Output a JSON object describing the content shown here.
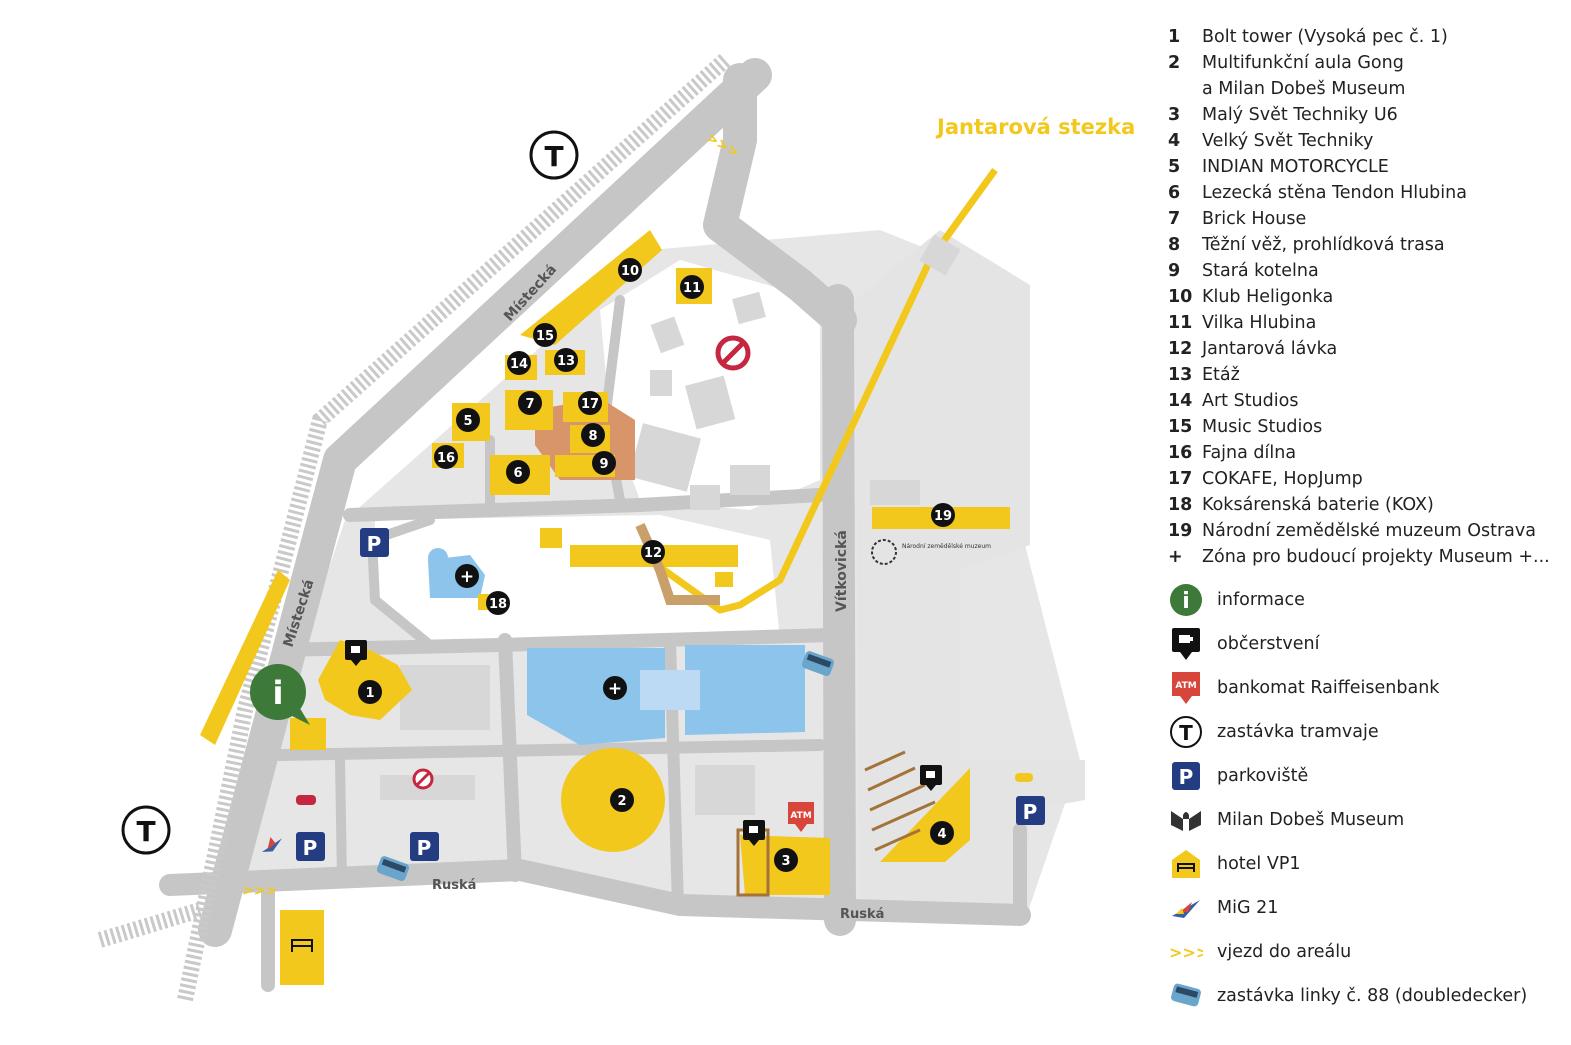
{
  "map": {
    "title_path": "Jantarová stezka",
    "streets": {
      "mistecka": "Místecká",
      "vitkovicka": "Vítkovická",
      "ruska": "Ruská"
    },
    "tram_symbol": "T",
    "parking_symbol": "P",
    "atm_symbol": "ATM",
    "plus_symbol": "+",
    "info_symbol": "i",
    "entrance_symbol": ">>>",
    "agri_museum_logo_text": "Národní zemědělské muzeum",
    "markers": [
      "1",
      "2",
      "3",
      "4",
      "5",
      "6",
      "7",
      "8",
      "9",
      "10",
      "11",
      "12",
      "13",
      "14",
      "15",
      "16",
      "17",
      "18",
      "19"
    ]
  },
  "legend": {
    "numbered": [
      {
        "n": "1",
        "label": "Bolt tower (Vysoká pec č. 1)"
      },
      {
        "n": "2",
        "label": "Multifunkční aula Gong\na Milan Dobeš Museum"
      },
      {
        "n": "3",
        "label": "Malý Svět Techniky U6"
      },
      {
        "n": "4",
        "label": "Velký Svět Techniky"
      },
      {
        "n": "5",
        "label": "INDIAN MOTORCYCLE"
      },
      {
        "n": "6",
        "label": "Lezecká stěna Tendon Hlubina"
      },
      {
        "n": "7",
        "label": "Brick House"
      },
      {
        "n": "8",
        "label": "Těžní věž, prohlídková trasa"
      },
      {
        "n": "9",
        "label": "Stará kotelna"
      },
      {
        "n": "10",
        "label": "Klub Heligonka"
      },
      {
        "n": "11",
        "label": "Vilka Hlubina"
      },
      {
        "n": "12",
        "label": "Jantarová lávka"
      },
      {
        "n": "13",
        "label": "Etáž"
      },
      {
        "n": "14",
        "label": "Art Studios"
      },
      {
        "n": "15",
        "label": "Music Studios"
      },
      {
        "n": "16",
        "label": "Fajna dílna"
      },
      {
        "n": "17",
        "label": "COKAFE, HopJump"
      },
      {
        "n": "18",
        "label": "Koksárenská baterie (KOX)"
      },
      {
        "n": "19",
        "label": "Národní zemědělské muzeum Ostrava"
      },
      {
        "n": "+",
        "label": "Zóna pro budoucí projekty Museum +..."
      }
    ],
    "symbols": [
      {
        "icon": "info-icon",
        "label": "informace"
      },
      {
        "icon": "cafe-icon",
        "label": "občerstvení"
      },
      {
        "icon": "atm-icon",
        "label": "bankomat Raiffeisenbank"
      },
      {
        "icon": "tram-icon",
        "label": "zastávka tramvaje"
      },
      {
        "icon": "parking-icon",
        "label": "parkoviště"
      },
      {
        "icon": "museum-logo-icon",
        "label": "Milan Dobeš Museum"
      },
      {
        "icon": "hotel-icon",
        "label": "hotel VP1"
      },
      {
        "icon": "jet-icon",
        "label": "MiG 21"
      },
      {
        "icon": "entrance-icon",
        "label": "vjezd do areálu"
      },
      {
        "icon": "bus-icon",
        "label": "zastávka linky č. 88 (doubledecker)"
      }
    ]
  },
  "colors": {
    "yellow": "#f2c81d",
    "road": "#c8c8c8",
    "ground": "#e4e4e4",
    "blue": "#8cc4ec",
    "green": "#3d7a3a",
    "brown": "#d8956a",
    "red": "#d8453a",
    "navy": "#243d82",
    "black": "#111111"
  }
}
